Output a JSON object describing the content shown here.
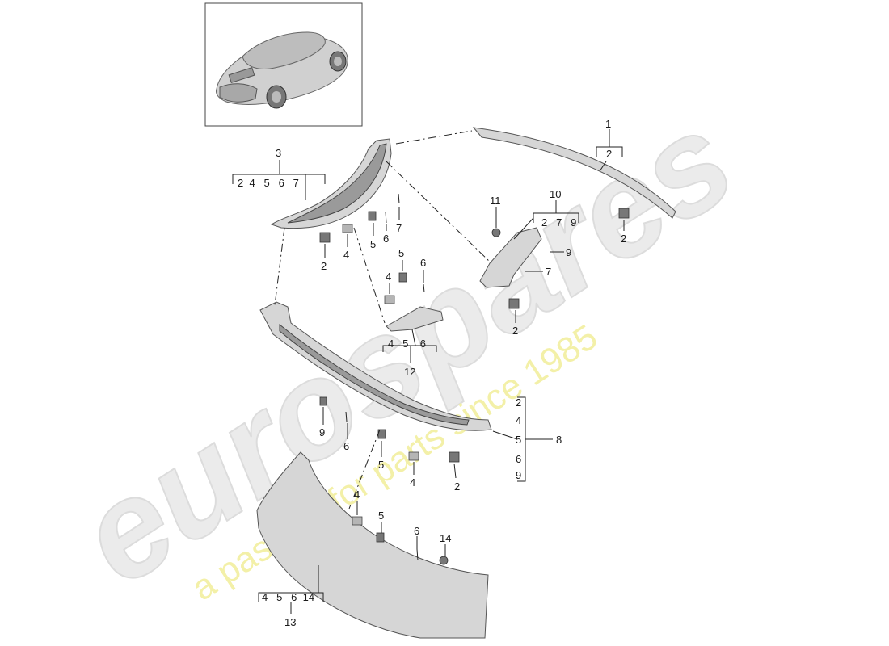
{
  "watermark": {
    "brand": "eurospares",
    "tagline": "a passion for parts since 1985"
  },
  "thumbnail": {
    "icon": "car-rear-view-icon"
  },
  "callouts": [
    {
      "id": "c1",
      "label": "1"
    },
    {
      "id": "c1-sub",
      "label": "2"
    },
    {
      "id": "c2a",
      "label": "2"
    },
    {
      "id": "c3",
      "label": "3"
    },
    {
      "id": "c3-sub",
      "label": "2  4   5   6   7"
    },
    {
      "id": "c2b",
      "label": "2"
    },
    {
      "id": "c4a",
      "label": "4"
    },
    {
      "id": "c5a",
      "label": "5"
    },
    {
      "id": "c6a",
      "label": "6"
    },
    {
      "id": "c7a",
      "label": "7"
    },
    {
      "id": "c11",
      "label": "11"
    },
    {
      "id": "c10",
      "label": "10"
    },
    {
      "id": "c10-sub",
      "label": "2   7   9"
    },
    {
      "id": "c9a",
      "label": "9"
    },
    {
      "id": "c7b",
      "label": "7"
    },
    {
      "id": "c2c",
      "label": "2"
    },
    {
      "id": "c5b",
      "label": "5"
    },
    {
      "id": "c6b",
      "label": "6"
    },
    {
      "id": "c4b",
      "label": "4"
    },
    {
      "id": "c12",
      "label": "12"
    },
    {
      "id": "c12-sub",
      "label": "4   5    6"
    },
    {
      "id": "c8",
      "label": "8"
    },
    {
      "id": "c8-sub-2",
      "label": "2"
    },
    {
      "id": "c8-sub-4",
      "label": "4"
    },
    {
      "id": "c8-sub-5",
      "label": "5"
    },
    {
      "id": "c8-sub-6",
      "label": "6"
    },
    {
      "id": "c8-sub-9",
      "label": "9"
    },
    {
      "id": "c9b",
      "label": "9"
    },
    {
      "id": "c6c",
      "label": "6"
    },
    {
      "id": "c5c",
      "label": "5"
    },
    {
      "id": "c4c",
      "label": "4"
    },
    {
      "id": "c2d",
      "label": "2"
    },
    {
      "id": "c4d",
      "label": "4"
    },
    {
      "id": "c5d",
      "label": "5"
    },
    {
      "id": "c6d",
      "label": "6"
    },
    {
      "id": "c14",
      "label": "14"
    },
    {
      "id": "c13",
      "label": "13"
    },
    {
      "id": "c13-sub",
      "label": "4   5   6  14"
    }
  ]
}
